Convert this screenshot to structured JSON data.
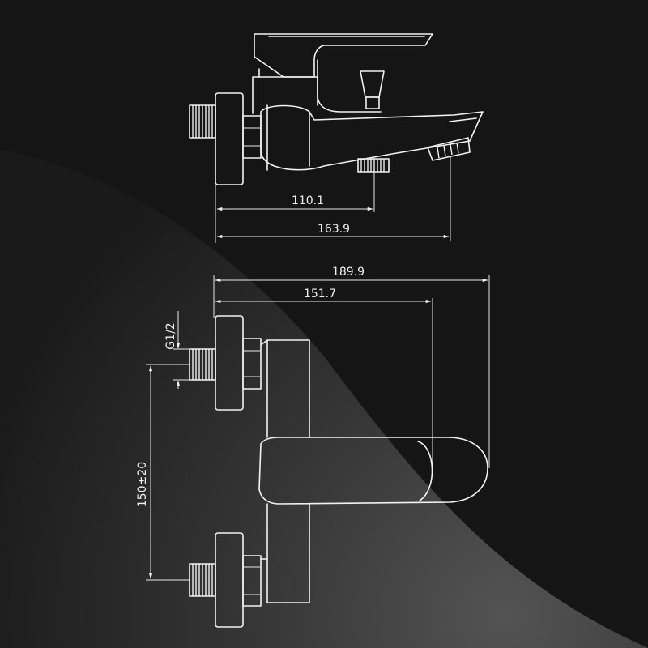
{
  "colors": {
    "background": "#151515",
    "line": "#f2f2f2"
  },
  "dimensions": {
    "top_view": {
      "inlet_to_outlet": "110.1",
      "overall_length": "163.9"
    },
    "front_view": {
      "overall_depth": "189.9",
      "spout_reach": "151.7",
      "thread": "G1/2",
      "center_distance": "150±20"
    }
  }
}
